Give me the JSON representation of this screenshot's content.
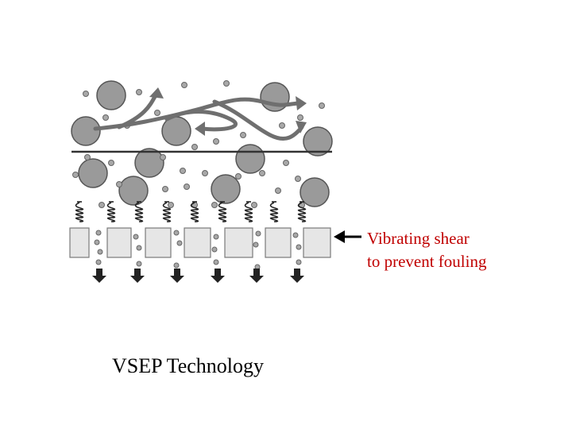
{
  "annotation": {
    "line1": "Vibrating shear",
    "line2": "to prevent fouling",
    "color": "#c00000"
  },
  "caption": "VSEP Technology",
  "colors": {
    "particle_fill": "#9a9a9a",
    "particle_stroke": "#555555",
    "membrane_block": "#e6e6e6",
    "arrow_fill": "#222222"
  },
  "icons": [
    "flow-arrow",
    "vibration-spring",
    "membrane-block",
    "permeate-arrow",
    "pointer-arrow"
  ]
}
